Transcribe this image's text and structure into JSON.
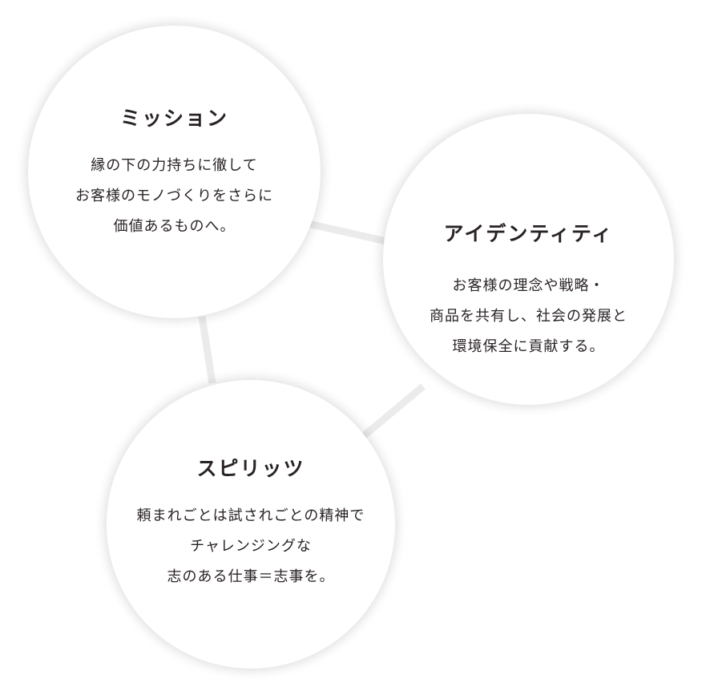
{
  "circles": {
    "mission": {
      "title": "ミッション",
      "lines": [
        "縁の下の力持ちに徹して",
        "お客様のモノづくりをさらに",
        "価値あるものへ。"
      ]
    },
    "identity": {
      "title": "アイデンティティ",
      "lines": [
        "お客様の理念や戦略・",
        "商品を共有し、社会の発展と",
        "環境保全に貢献する。"
      ]
    },
    "spirits": {
      "title": "スピリッツ",
      "lines": [
        "頼まれごとは試されごとの精神で",
        "チャレンジングな",
        "志のある仕事＝志事を。"
      ]
    }
  },
  "colors": {
    "background": "#ffffff",
    "text": "#2a2324",
    "connector": "#ebebeb",
    "circle_shadow": "rgba(0,0,0,0.14)"
  }
}
